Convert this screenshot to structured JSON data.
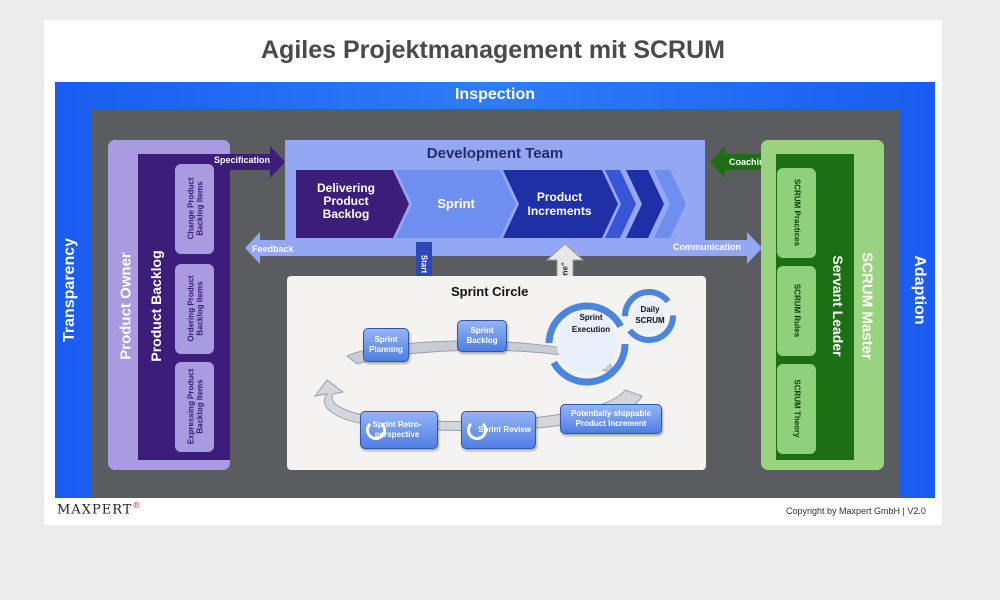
{
  "title": "Agiles Projektmanagement mit SCRUM",
  "frame": {
    "top": "Inspection",
    "left": "Transparency",
    "right": "Adaption"
  },
  "product_owner": {
    "label": "Product Owner",
    "backlog_label": "Product Backlog",
    "items": [
      "Change Product Backlog Items",
      "Ordering Product Backlog Items",
      "Expressing Product Backlog Items"
    ]
  },
  "development_team": {
    "label": "Development Team",
    "chevrons": [
      "Delivering Product Backlog",
      "Sprint",
      "Product Increments"
    ]
  },
  "scrum_master": {
    "label": "SCRUM Master",
    "servant_label": "Servant Leader",
    "items": [
      "SCRUM Practices",
      "SCRUM Rules",
      "SCRUM Theory"
    ]
  },
  "arrows": {
    "specification": "Specification",
    "coaching": "Coaching",
    "feedback": "Feedback",
    "communication": "Communication",
    "start": "Start",
    "done": "\"Done\""
  },
  "sprint_circle": {
    "title": "Sprint Circle",
    "planning": "Sprint Planning",
    "backlog": "Sprint Backlog",
    "execution": "Sprint Execution",
    "daily": "Daily SCRUM",
    "increment": "Potentially shippable Product Increment",
    "review": "Sprint Review",
    "retro": "Sprint Retro-perspective"
  },
  "footer": {
    "logo": "MAXPERT",
    "logo_mark": "®",
    "copyright": "Copyright by Maxpert GmbH | V2.0"
  },
  "colors": {
    "frame_blue": "#1a5cf0",
    "product_owner": "#a99bdf",
    "product_backlog": "#3c1e7a",
    "dev_team": "#93a7f3",
    "scrum_master": "#9ad37f",
    "servant_leader": "#1d6f13"
  }
}
